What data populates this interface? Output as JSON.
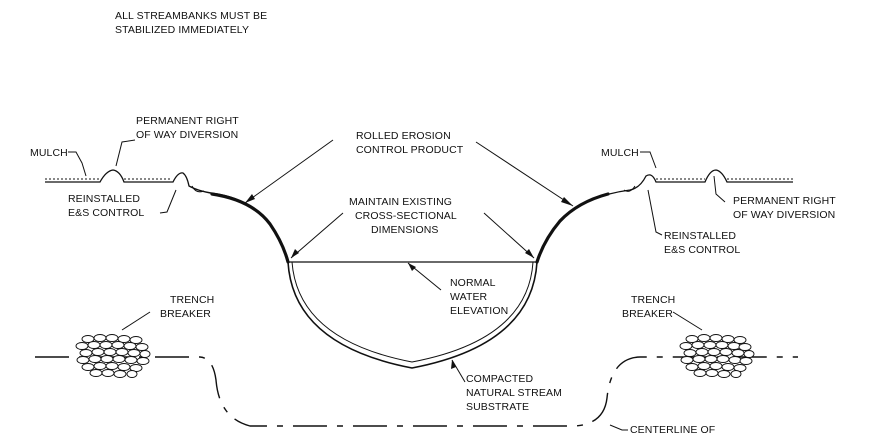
{
  "notes": {
    "note_line1": "ALL STREAMBANKS MUST BE",
    "note_line2": "STABILIZED IMMEDIATELY"
  },
  "labels": {
    "permanent_row_left_1": "PERMANENT RIGHT",
    "permanent_row_left_2": "OF WAY DIVERSION",
    "mulch_left": "MULCH",
    "reinstalled_left_1": "REINSTALLED",
    "reinstalled_left_2": "E&S CONTROL",
    "rolled_1": "ROLLED EROSION",
    "rolled_2": "CONTROL PRODUCT",
    "maintain_1": "MAINTAIN EXISTING",
    "maintain_2": "CROSS-SECTIONAL",
    "maintain_3": "DIMENSIONS",
    "mulch_right": "MULCH",
    "permanent_row_right_1": "PERMANENT RIGHT",
    "permanent_row_right_2": "OF WAY DIVERSION",
    "reinstalled_right_1": "REINSTALLED",
    "reinstalled_right_2": "E&S CONTROL",
    "normal_1": "NORMAL",
    "normal_2": "WATER",
    "normal_3": "ELEVATION",
    "trench_left_1": "TRENCH",
    "trench_left_2": "BREAKER",
    "trench_right_1": "TRENCH",
    "trench_right_2": "BREAKER",
    "compacted_1": "COMPACTED",
    "compacted_2": "NATURAL STREAM",
    "compacted_3": "SUBSTRATE",
    "centerline": "CENTERLINE OF"
  }
}
